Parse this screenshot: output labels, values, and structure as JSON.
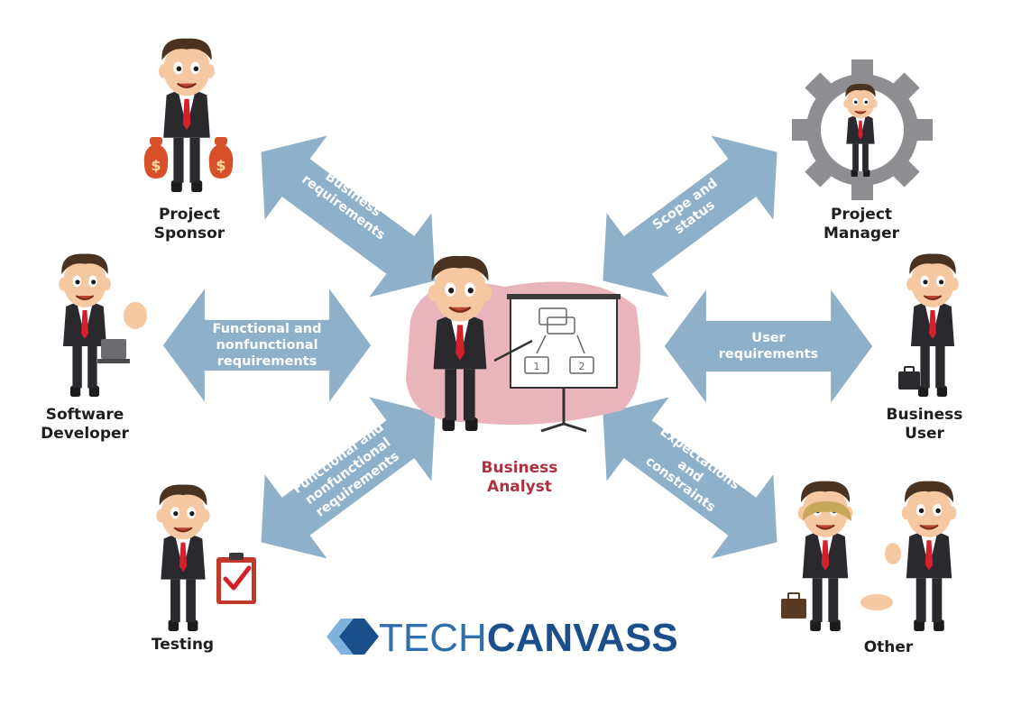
{
  "colors": {
    "arrow": "#8eb0c9",
    "arrow_text": "#ffffff",
    "role_text": "#1e1e1e",
    "ba_label": "#b03041",
    "ba_blob": "#eab4bc",
    "logo_light": "#2f6fae",
    "logo_dark": "#1b4f8c",
    "suit": "#2a2a2e",
    "tie": "#d4202a",
    "skin": "#f6c8a2",
    "hair": "#4a3320",
    "gear": "#8e8e92"
  },
  "center": {
    "label": "Business\nAnalyst"
  },
  "stakeholders": [
    {
      "id": "project-sponsor",
      "label": "Project\nSponsor",
      "icon": "money-bags-icon"
    },
    {
      "id": "project-manager",
      "label": "Project\nManager",
      "icon": "gear-icon"
    },
    {
      "id": "software-developer",
      "label": "Software\nDeveloper",
      "icon": "laptop-icon"
    },
    {
      "id": "business-user",
      "label": "Business\nUser",
      "icon": "briefcase-icon"
    },
    {
      "id": "testing",
      "label": "Testing",
      "icon": "clipboard-check-icon"
    },
    {
      "id": "other",
      "label": "Other",
      "icon": "handshake-icon"
    }
  ],
  "flows": [
    {
      "id": "sponsor-flow",
      "label": "Business\nrequirements"
    },
    {
      "id": "manager-flow",
      "label": "Scope and\nstatus"
    },
    {
      "id": "developer-flow",
      "label": "Functional and\nnonfunctional\nrequirements"
    },
    {
      "id": "user-flow",
      "label": "User\nrequirements"
    },
    {
      "id": "testing-flow",
      "label": "Functional and\nnonfunctional\nrequirements"
    },
    {
      "id": "other-flow",
      "label": "Expectations\nand\nconstraints"
    }
  ],
  "whiteboard": {
    "box_1": "1",
    "box_2": "2"
  },
  "logo": {
    "light": "TECH",
    "dark": "CANVASS"
  }
}
